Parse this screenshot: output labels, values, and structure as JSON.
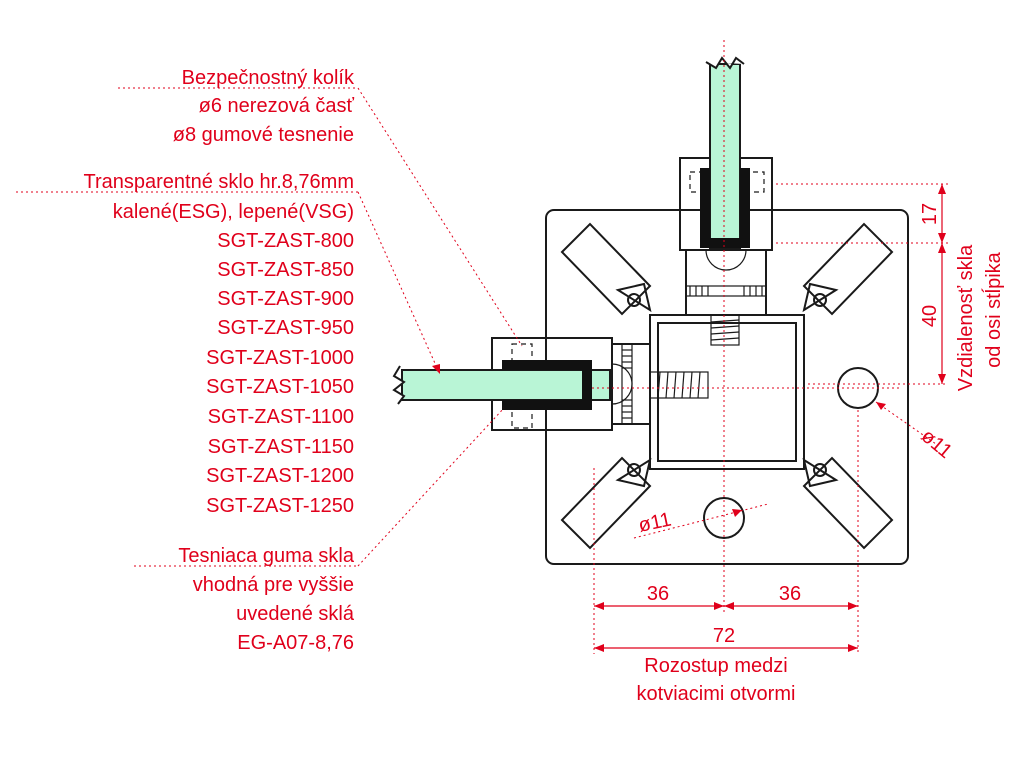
{
  "colors": {
    "annotation": "#e0001b",
    "glass": "#b9f5d6",
    "ink": "#1a1a1a"
  },
  "labels": {
    "pin": [
      "Bezpečnostný kolík",
      "ø6 nerezová časť",
      "ø8 gumové tesnenie"
    ],
    "glass": [
      "Transparentné sklo hr.8,76mm",
      "kalené(ESG), lepené(VSG)"
    ],
    "models": [
      "SGT-ZAST-800",
      "SGT-ZAST-850",
      "SGT-ZAST-900",
      "SGT-ZAST-950",
      "SGT-ZAST-1000",
      "SGT-ZAST-1050",
      "SGT-ZAST-1100",
      "SGT-ZAST-1150",
      "SGT-ZAST-1200",
      "SGT-ZAST-1250"
    ],
    "gasket": [
      "Tesniaca guma skla",
      "vhodná pre vyššie",
      "uvedené sklá",
      "EG-A07-8,76"
    ],
    "distance_caption": [
      "Vzdialenosť skla",
      "od osi stĺpika"
    ],
    "spacing_caption": [
      "Rozostup medzi",
      "kotviacimi otvormi"
    ]
  },
  "dimensions": {
    "d17": "17",
    "d40": "40",
    "hole_right": "ø11",
    "hole_bottom": "ø11",
    "half_left": "36",
    "half_right": "36",
    "total": "72"
  }
}
